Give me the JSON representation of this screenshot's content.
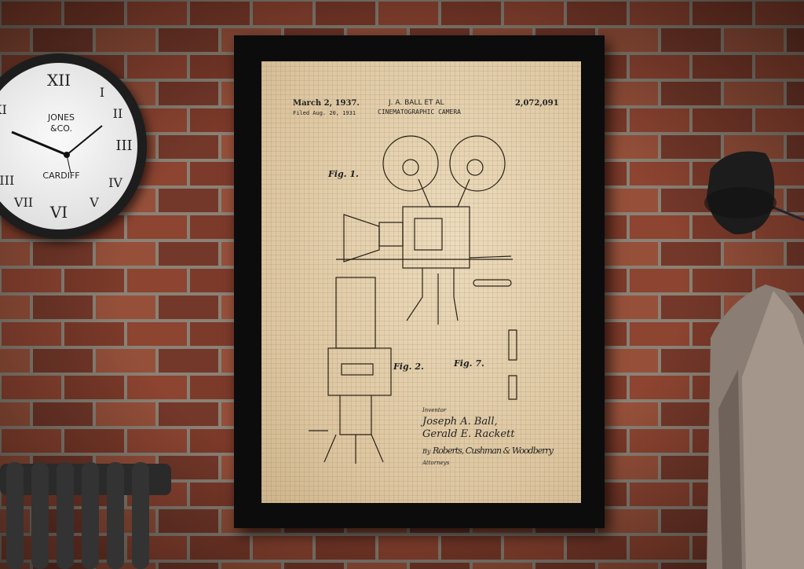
{
  "clock": {
    "brand_line1": "JONES",
    "brand_line2": "&CO.",
    "city": "CARDIFF"
  },
  "patent": {
    "date": "March 2, 1937.",
    "filed": "Filed Aug. 20, 1931",
    "inventors_header": "J. A. BALL ET AL",
    "title": "CINEMATOGRAPHIC CAMERA",
    "number": "2,072,091",
    "fig1": "Fig. 1.",
    "fig2": "Fig. 2.",
    "fig7": "Fig. 7.",
    "inventor_label": "Inventor",
    "inventor1": "Joseph A. Ball,",
    "inventor2": "Gerald E. Rackett",
    "by": "By",
    "signature": "Roberts, Cushman & Woodberry",
    "attorneys_label": "Attorneys"
  },
  "colors": {
    "brick": "#8a4330",
    "mortar": "#8c8579",
    "frame": "#0c0c0c",
    "paper": "#e2cfae"
  }
}
